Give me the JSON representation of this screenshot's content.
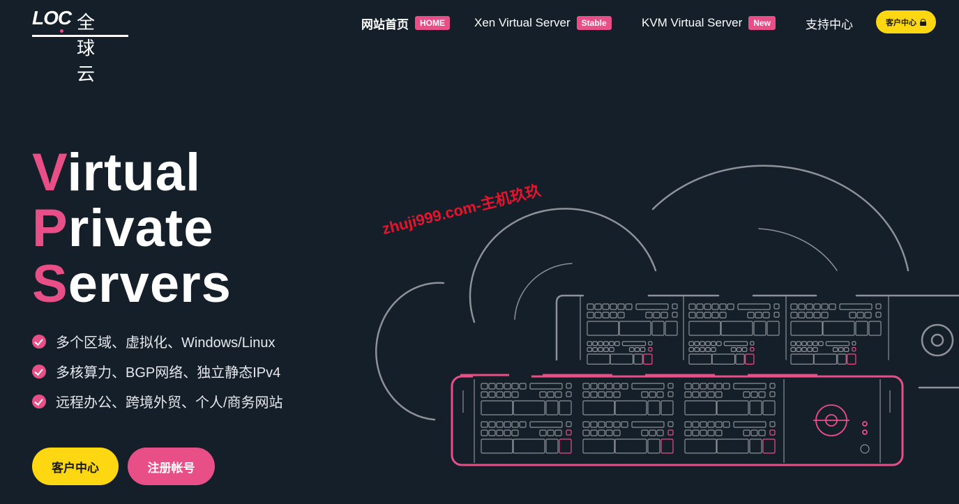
{
  "logo": {
    "brand": "LOC",
    "cn": "全球云"
  },
  "nav": {
    "items": [
      {
        "label": "网站首页",
        "badge": "HOME"
      },
      {
        "label": "Xen Virtual Server",
        "badge": "Stable"
      },
      {
        "label": "KVM Virtual Server",
        "badge": "New"
      },
      {
        "label": "支持中心",
        "badge": ""
      }
    ],
    "client_button": "客户中心"
  },
  "hero": {
    "lines": [
      {
        "initial": "V",
        "rest": "irtual"
      },
      {
        "initial": "P",
        "rest": "rivate"
      },
      {
        "initial": "S",
        "rest": "ervers"
      }
    ],
    "features": [
      "多个区域、虚拟化、Windows/Linux",
      "多核算力、BGP网络、独立静态IPv4",
      "远程办公、跨境外贸、个人/商务网站"
    ],
    "buttons": {
      "client": "客户中心",
      "register": "注册帐号"
    }
  },
  "watermark": "zhuji999.com-主机玖玖",
  "colors": {
    "background": "#151f2a",
    "accent_pink": "#e94f87",
    "accent_yellow": "#fcd712",
    "outline_gray": "#8e9197"
  }
}
